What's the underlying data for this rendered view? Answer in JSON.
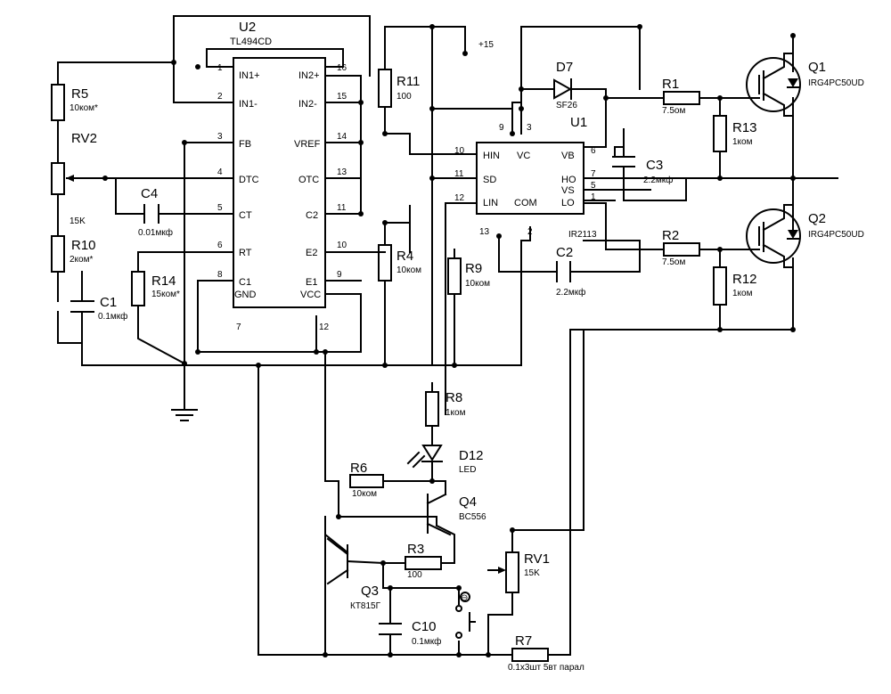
{
  "components": {
    "U2": {
      "ref": "U2",
      "part": "TL494CD",
      "left_pins": [
        {
          "n": "1",
          "name": "IN1+"
        },
        {
          "n": "2",
          "name": "IN1-"
        },
        {
          "n": "3",
          "name": "FB"
        },
        {
          "n": "4",
          "name": "DTC"
        },
        {
          "n": "5",
          "name": "CT"
        },
        {
          "n": "6",
          "name": "RT"
        },
        {
          "n": "8",
          "name": "C1"
        },
        {
          "n": "7",
          "name": "GND"
        }
      ],
      "right_pins": [
        {
          "n": "16",
          "name": "IN2+"
        },
        {
          "n": "15",
          "name": "IN2-"
        },
        {
          "n": "14",
          "name": "VREF"
        },
        {
          "n": "13",
          "name": "OTC"
        },
        {
          "n": "11",
          "name": "C2"
        },
        {
          "n": "10",
          "name": "E2"
        },
        {
          "n": "9",
          "name": "E1"
        },
        {
          "n": "12",
          "name": "VCC"
        }
      ]
    },
    "U1": {
      "ref": "U1",
      "part": "IR2113",
      "left_pins": [
        {
          "n": "10",
          "name": "HIN"
        },
        {
          "n": "11",
          "name": "SD"
        },
        {
          "n": "12",
          "name": "LIN"
        }
      ],
      "right_pins": [
        {
          "n": "6",
          "name": "VB"
        },
        {
          "n": "7",
          "name": "HO"
        },
        {
          "n": "5",
          "name": "VS"
        },
        {
          "n": "1",
          "name": "LO"
        }
      ],
      "top_pins": [
        {
          "n": "9"
        },
        {
          "n": "3"
        }
      ],
      "bottom_pins": [
        {
          "n": "13"
        },
        {
          "n": "2"
        }
      ],
      "inner": [
        "VC",
        "COM"
      ]
    },
    "R5": {
      "ref": "R5",
      "value": "10ком*"
    },
    "RV2": {
      "ref": "RV2",
      "value": "15K"
    },
    "R10": {
      "ref": "R10",
      "value": "2ком*"
    },
    "C1": {
      "ref": "C1",
      "value": "0.1мкф"
    },
    "C4": {
      "ref": "C4",
      "value": "0.01мкф"
    },
    "R14": {
      "ref": "R14",
      "value": "15ком*"
    },
    "R11": {
      "ref": "R11",
      "value": "100"
    },
    "R4": {
      "ref": "R4",
      "value": "10ком"
    },
    "R9": {
      "ref": "R9",
      "value": "10ком"
    },
    "D7": {
      "ref": "D7",
      "value": "SF26"
    },
    "C3": {
      "ref": "C3",
      "value": "2.2мкф"
    },
    "C2": {
      "ref": "C2",
      "value": "2.2мкф"
    },
    "R1": {
      "ref": "R1",
      "value": "7.5ом"
    },
    "R2": {
      "ref": "R2",
      "value": "7.5ом"
    },
    "R13": {
      "ref": "R13",
      "value": "1ком"
    },
    "R12": {
      "ref": "R12",
      "value": "1ком"
    },
    "Q1": {
      "ref": "Q1",
      "value": "IRG4PC50UD"
    },
    "Q2": {
      "ref": "Q2",
      "value": "IRG4PC50UD"
    },
    "R8": {
      "ref": "R8",
      "value": "1ком"
    },
    "D12": {
      "ref": "D12",
      "value": "LED"
    },
    "R6": {
      "ref": "R6",
      "value": "10ком"
    },
    "Q4": {
      "ref": "Q4",
      "value": "BC556"
    },
    "R3": {
      "ref": "R3",
      "value": "100"
    },
    "Q3": {
      "ref": "Q3",
      "value": "КТ815Г"
    },
    "C10": {
      "ref": "C10",
      "value": "0.1мкф"
    },
    "RV1": {
      "ref": "RV1",
      "value": "15K"
    },
    "R7": {
      "ref": "R7",
      "value": "0.1х3шт 5вт парал"
    }
  },
  "power": {
    "supply": "+15"
  },
  "button": {
    "symbol": "⊖"
  }
}
